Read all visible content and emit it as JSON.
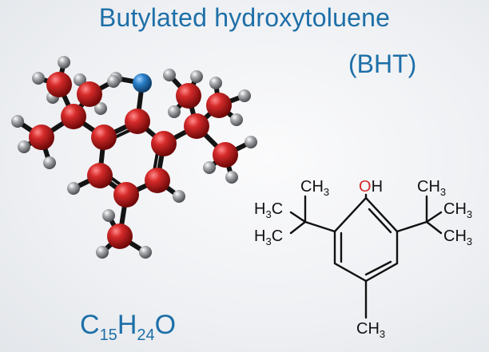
{
  "title": "Butylated hydroxytoluene",
  "abbreviation": "(BHT)",
  "formula": {
    "parts": [
      {
        "sym": "C",
        "sub": "15"
      },
      {
        "sym": "H",
        "sub": "24"
      },
      {
        "sym": "O",
        "sub": ""
      }
    ]
  },
  "structure_labels": {
    "oh_o": "O",
    "oh_h": "H",
    "c_h": "C",
    "h": "H",
    "h3": "3"
  },
  "colors": {
    "title": "#1d6fa8",
    "carbon_atom": "#c0171c",
    "oxygen_atom": "#1f6fb0",
    "hydrogen_atom": "#8a8c90",
    "hydroxyl_label": "#d42a2a"
  },
  "icons": [
    "ball-and-stick-model",
    "skeletal-formula"
  ]
}
